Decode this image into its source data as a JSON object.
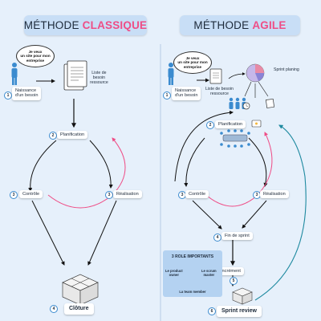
{
  "classic": {
    "title_prefix": "MÉTHODE",
    "title_accent": "CLASSIQUE",
    "speech": "Je veux\nun site pour mon\nentreprise",
    "doc_label": "Liste de\nbesoin\nressource",
    "steps": [
      {
        "num": "1",
        "label": "Naissance\nd'un besoin"
      },
      {
        "num": "2",
        "label": "Planification"
      },
      {
        "num": "3",
        "label": "Contrôle"
      },
      {
        "num": "3",
        "label": "Réalisation"
      },
      {
        "num": "4",
        "label": "Clôture"
      }
    ]
  },
  "agile": {
    "title_prefix": "MÉTHODE",
    "title_accent": "AGILE",
    "speech": "Je veux\nun site pour mon\nentreprise",
    "doc_label": "Liste de besoin\nressource",
    "sprint_planing": "Sprint planing",
    "steps": [
      {
        "num": "1",
        "label": "Naissance\nd'un besoin"
      },
      {
        "num": "2",
        "label": "Planification"
      },
      {
        "num": "3",
        "label": "Contrôle"
      },
      {
        "num": "3",
        "label": "Réalisation"
      },
      {
        "num": "4",
        "label": "Fin de sprint"
      },
      {
        "num": "5",
        "label": "Incrément"
      },
      {
        "num": "6",
        "label": "Sprint review"
      }
    ],
    "roles": {
      "title": "3 ROLE IMPORTANTS",
      "items": [
        "Le product\nowner",
        "Le scrum\nmaster",
        "La team member"
      ]
    }
  },
  "colors": {
    "background": "#e6f0fb",
    "accent_pink": "#ef4d86",
    "accent_teal": "#1f8aa0",
    "arrow_dark": "#111111",
    "person_blue": "#3b8bcf"
  }
}
